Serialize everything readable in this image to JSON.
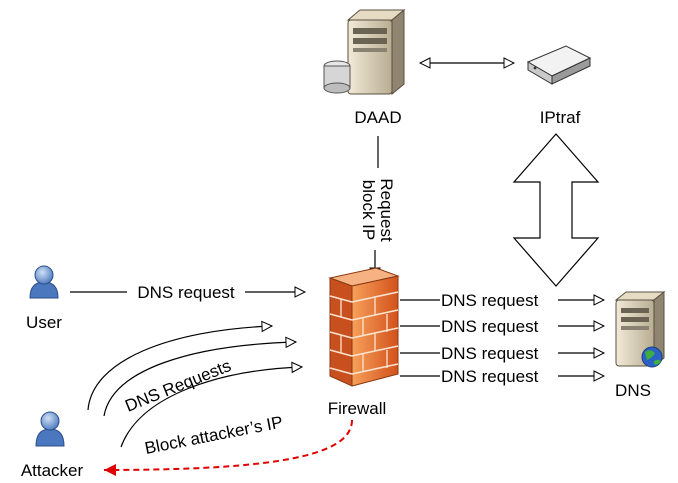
{
  "nodes": {
    "daad": "DAAD",
    "iptraf": "IPtraf",
    "user": "User",
    "attacker": "Attacker",
    "firewall": "Firewall",
    "dns": "DNS"
  },
  "edges": {
    "request_block_ip": [
      "Request",
      "block IP"
    ],
    "user_dns_request": "DNS request",
    "dns_requests": [
      "DNS request",
      "DNS request",
      "DNS request",
      "DNS request"
    ],
    "attacker_dns_requests": "DNS Requests",
    "block_attacker": "Block attacker’s IP"
  },
  "colors": {
    "firewall_brick": "#e8652a",
    "block_arrow": "#e00000",
    "person_blue": "#5b86c9"
  }
}
